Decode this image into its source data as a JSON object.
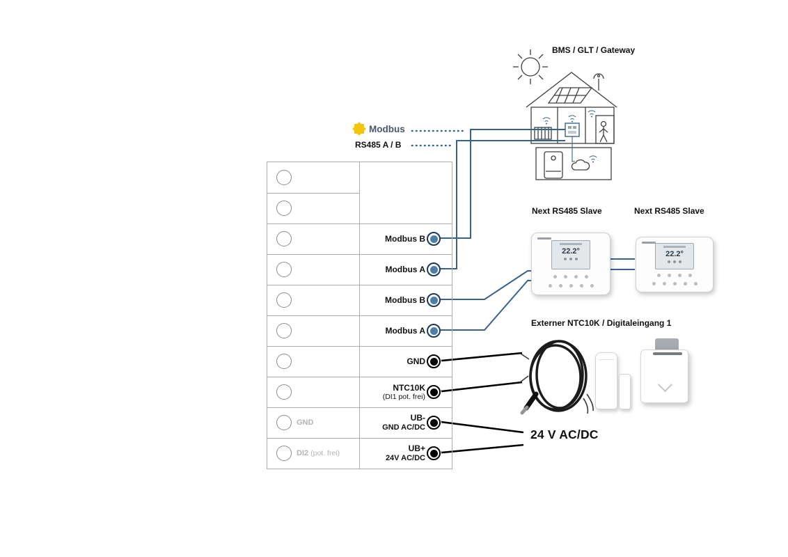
{
  "labels": {
    "modbus_logo": "Modbus",
    "rs485": "RS485 A / B",
    "bms": "BMS / GLT / Gateway",
    "slave1": "Next RS485 Slave",
    "slave2": "Next RS485 Slave",
    "external": "Externer NTC10K / Digitaleingang 1",
    "power": "24 V AC/DC"
  },
  "thermostat": {
    "temp": "22.2°"
  },
  "terminal_table": {
    "rows": [
      {},
      {},
      {
        "right": "Modbus B",
        "terminal": "blue"
      },
      {
        "right": "Modbus A",
        "terminal": "blue"
      },
      {
        "right": "Modbus B",
        "terminal": "blue"
      },
      {
        "right": "Modbus A",
        "terminal": "blue"
      },
      {
        "right": "GND",
        "terminal": "black"
      },
      {
        "right": "NTC10K",
        "right_sub": "(DI1 pot. frei)",
        "terminal": "black"
      },
      {
        "left": "GND",
        "right": "UB-",
        "right_sub": "GND AC/DC",
        "terminal": "black"
      },
      {
        "left": "DI2",
        "left_sub": "(pot. frei)",
        "right": "UB+",
        "right_sub": "24V AC/DC",
        "terminal": "black"
      }
    ]
  },
  "colors": {
    "wire_blue": "#35638E",
    "terminal_blue": "#4E7DA6",
    "terminal_blue_ring": "#173A5C",
    "modbus_yellow": "#F3C60C",
    "muted_label": "#B4B4B4"
  }
}
